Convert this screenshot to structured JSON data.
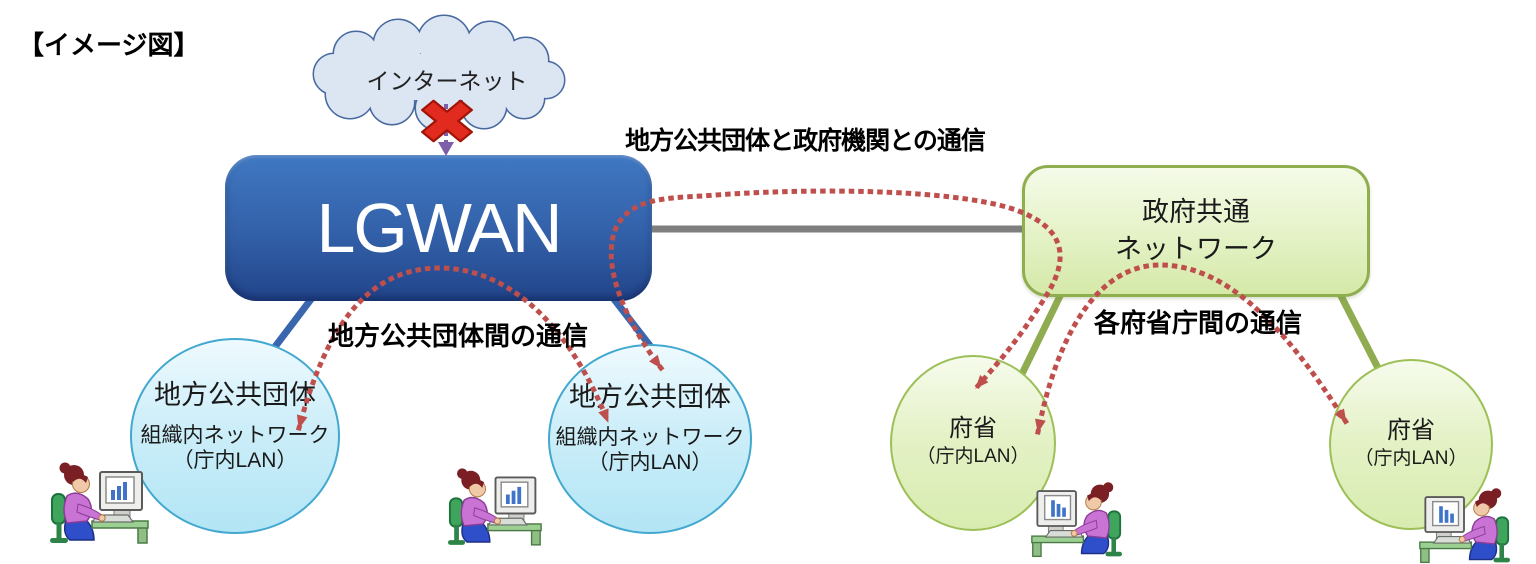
{
  "figure": {
    "title": "【イメージ図】"
  },
  "internet": {
    "label": "インターネット"
  },
  "lgwan": {
    "label": "LGWAN"
  },
  "gov_network": {
    "line1": "政府共通",
    "line2": "ネットワーク"
  },
  "link_labels": {
    "lgwan_to_gov": "地方公共団体と政府機関との通信",
    "between_local_gov": "地方公共団体間の通信",
    "between_ministries": "各府省庁間の通信"
  },
  "local_gov_nodes": [
    {
      "title": "地方公共団体",
      "line1": "組織内ネットワーク",
      "line2": "（庁内LAN）"
    },
    {
      "title": "地方公共団体",
      "line1": "組織内ネットワーク",
      "line2": "（庁内LAN）"
    }
  ],
  "ministry_nodes": [
    {
      "title": "府省",
      "line1": "（庁内LAN）"
    },
    {
      "title": "府省",
      "line1": "（庁内LAN）"
    }
  ],
  "icons": {
    "internet_cloud": "cloud-icon",
    "blocked": "red-x-icon",
    "internet_arrow": "down-arrow-icon",
    "user": "person-at-computer-icon"
  },
  "colors": {
    "lgwan_top": "#4078c2",
    "lgwan_bottom": "#21448a",
    "gov_box_border": "#8fae4e",
    "local_circle_border": "#42a8cf",
    "ministry_circle_border": "#9cbf57",
    "dotted_route": "#bf4f4c",
    "trunk_gray": "#7f7f7f",
    "lgwan_link_blue": "#3a66ad",
    "gov_link_green": "#8fac51",
    "blocked_x": "#e02b1e",
    "internet_arrow": "#7c5fa8",
    "cloud_fill": "#dce6f3",
    "cloud_stroke": "#47699f"
  }
}
